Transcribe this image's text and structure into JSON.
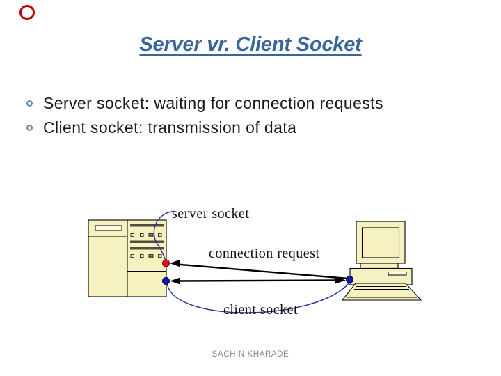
{
  "slide": {
    "title": "Server vr. Client Socket",
    "bullets": [
      "Server socket: waiting for connection requests",
      "Client socket: transmission of data"
    ],
    "footer": "SACHIN KHARADE"
  },
  "diagram": {
    "labels": {
      "server_socket": "server socket",
      "connection_request": "connection request",
      "client_socket": "client socket"
    },
    "colors": {
      "title_text": "#38659A",
      "bullet_ring": "#6287AC",
      "body_text": "#1A1A1A",
      "computer_fill": "#F6F1C0",
      "computer_outline": "#000000",
      "vent_bar": "#50503A",
      "server_socket_dot": "#DE1515",
      "client_socket_dot": "#1515AE",
      "callout_curve": "#2B2B9B",
      "arrow": "#000000",
      "footer_text": "#8A8A8A",
      "annotation_ring": "#C00000"
    }
  }
}
